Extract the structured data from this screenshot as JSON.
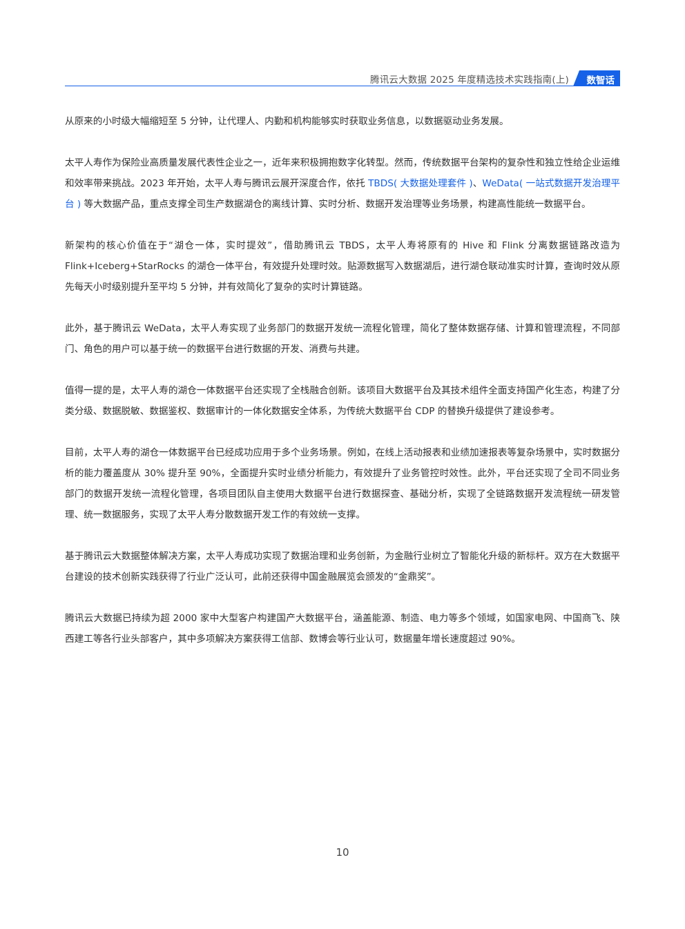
{
  "header": {
    "title": "腾讯云大数据 2025 年度精选技术实践指南(上)",
    "badge": "数智话",
    "accent_color": "#1562e8"
  },
  "paragraphs": [
    {
      "text": "从原来的小时级大幅缩短至 5 分钟，让代理人、内勤和机构能够实时获取业务信息，以数据驱动业务发展。"
    },
    {
      "text_before": "太平人寿作为保险业高质量发展代表性企业之一，近年来积极拥抱数字化转型。然而，传统数据平台架构的复杂性和独立性给企业运维和效率带来挑战。2023 年开始，太平人寿与腾讯云展开深度合作，依托 ",
      "link1": "TBDS( 大数据处理套件 )",
      "sep": "、",
      "link2": "WeData( 一站式数据开发治理平台 )",
      "text_after": " 等大数据产品，重点支撑全司生产数据湖仓的离线计算、实时分析、数据开发治理等业务场景，构建高性能统一数据平台。"
    },
    {
      "text": "新架构的核心价值在于“湖仓一体，实时提效”，借助腾讯云 TBDS，太平人寿将原有的 Hive 和 Flink 分离数据链路改造为 Flink+Iceberg+StarRocks 的湖仓一体平台，有效提升处理时效。贴源数据写入数据湖后，进行湖仓联动准实时计算，查询时效从原先每天小时级别提升至平均 5 分钟，并有效简化了复杂的实时计算链路。"
    },
    {
      "text": "此外，基于腾讯云 WeData，太平人寿实现了业务部门的数据开发统一流程化管理，简化了整体数据存储、计算和管理流程，不同部门、角色的用户可以基于统一的数据平台进行数据的开发、消费与共建。"
    },
    {
      "text": "值得一提的是，太平人寿的湖仓一体数据平台还实现了全栈融合创新。该项目大数据平台及其技术组件全面支持国产化生态，构建了分类分级、数据脱敏、数据鉴权、数据审计的一体化数据安全体系，为传统大数据平台 CDP 的替换升级提供了建设参考。"
    },
    {
      "text": "目前，太平人寿的湖仓一体数据平台已经成功应用于多个业务场景。例如，在线上活动报表和业绩加速报表等复杂场景中，实时数据分析的能力覆盖度从 30% 提升至 90%，全面提升实时业绩分析能力，有效提升了业务管控时效性。此外，平台还实现了全司不同业务部门的数据开发统一流程化管理，各项目团队自主使用大数据平台进行数据探查、基础分析，实现了全链路数据开发流程统一研发管理、统一数据服务，实现了太平人寿分散数据开发工作的有效统一支撑。"
    },
    {
      "text": "基于腾讯云大数据整体解决方案，太平人寿成功实现了数据治理和业务创新，为金融行业树立了智能化升级的新标杆。双方在大数据平台建设的技术创新实践获得了行业广泛认可，此前还获得中国金融展览会颁发的“金鼎奖”。"
    },
    {
      "text": "腾讯云大数据已持续为超 2000 家中大型客户构建国产大数据平台，涵盖能源、制造、电力等多个领域，如国家电网、中国商飞、陕西建工等各行业头部客户，其中多项解决方案获得工信部、数博会等行业认可，数据量年增长速度超过 90%。"
    }
  ],
  "footer": {
    "page_number": "10"
  }
}
